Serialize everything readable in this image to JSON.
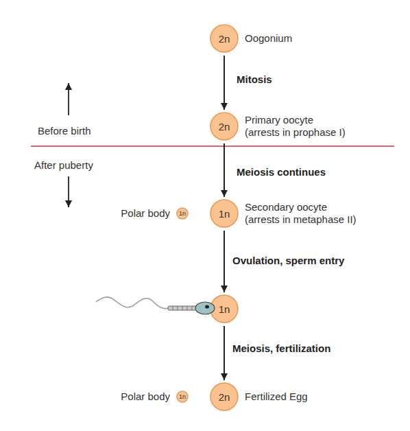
{
  "diagram": {
    "nodes": [
      {
        "text": [
          "2n",
          "Oogonium"
        ]
      },
      {
        "text": [
          "2n",
          "Primary oocyte (arrests in prophase I)"
        ]
      },
      {
        "text": [
          "1n",
          "Polar body"
        ]
      },
      {
        "text": [
          "1n",
          "Secondary oocyte (arrests in metaphase II)"
        ]
      },
      {
        "text": [
          "1n"
        ]
      },
      {
        "text": [
          "1n",
          "Polar body"
        ]
      },
      {
        "text": [
          "2n",
          "Fertilized Egg"
        ]
      }
    ],
    "edges": [
      {
        "from": 0,
        "to": 1,
        "arrow": "to",
        "label": "Mitosis"
      },
      {
        "from": 1,
        "to": 3,
        "arrow": "to",
        "label": "Meiosis continues"
      },
      {
        "from": 3,
        "to": 4,
        "arrow": "to",
        "label": "Ovulation, sperm entry"
      },
      {
        "from": 4,
        "to": 6,
        "arrow": "to",
        "label": "Meiosis, fertilization"
      }
    ],
    "labels": [
      "Before birth",
      "After puberty"
    ]
  }
}
